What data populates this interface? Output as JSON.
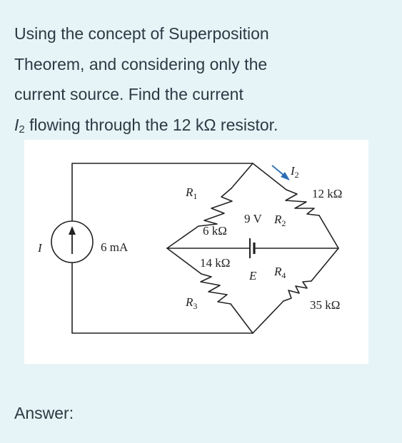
{
  "question": {
    "line1": "Using the concept of Superposition",
    "line2": "Theorem, and considering only the",
    "line3": "current source. Find the current",
    "line4_var": "I",
    "line4_sub": "2",
    "line4_rest": " flowing through the 12 kΩ resistor."
  },
  "circuit": {
    "source_name": "I",
    "source_value": "6 mA",
    "r1_name": "R",
    "r1_sub": "1",
    "r1_value": "6 kΩ",
    "r2_name": "R",
    "r2_sub": "2",
    "r2_value": "12 kΩ",
    "r3_name": "R",
    "r3_sub": "3",
    "r3_value": "14 kΩ",
    "r4_name": "R",
    "r4_sub": "4",
    "r4_value": "35 kΩ",
    "battery_value": "9 V",
    "battery_name": "E",
    "current_name": "I",
    "current_sub": "2",
    "arrow_color": "#2a6db5"
  },
  "answer": {
    "label": "Answer:"
  }
}
